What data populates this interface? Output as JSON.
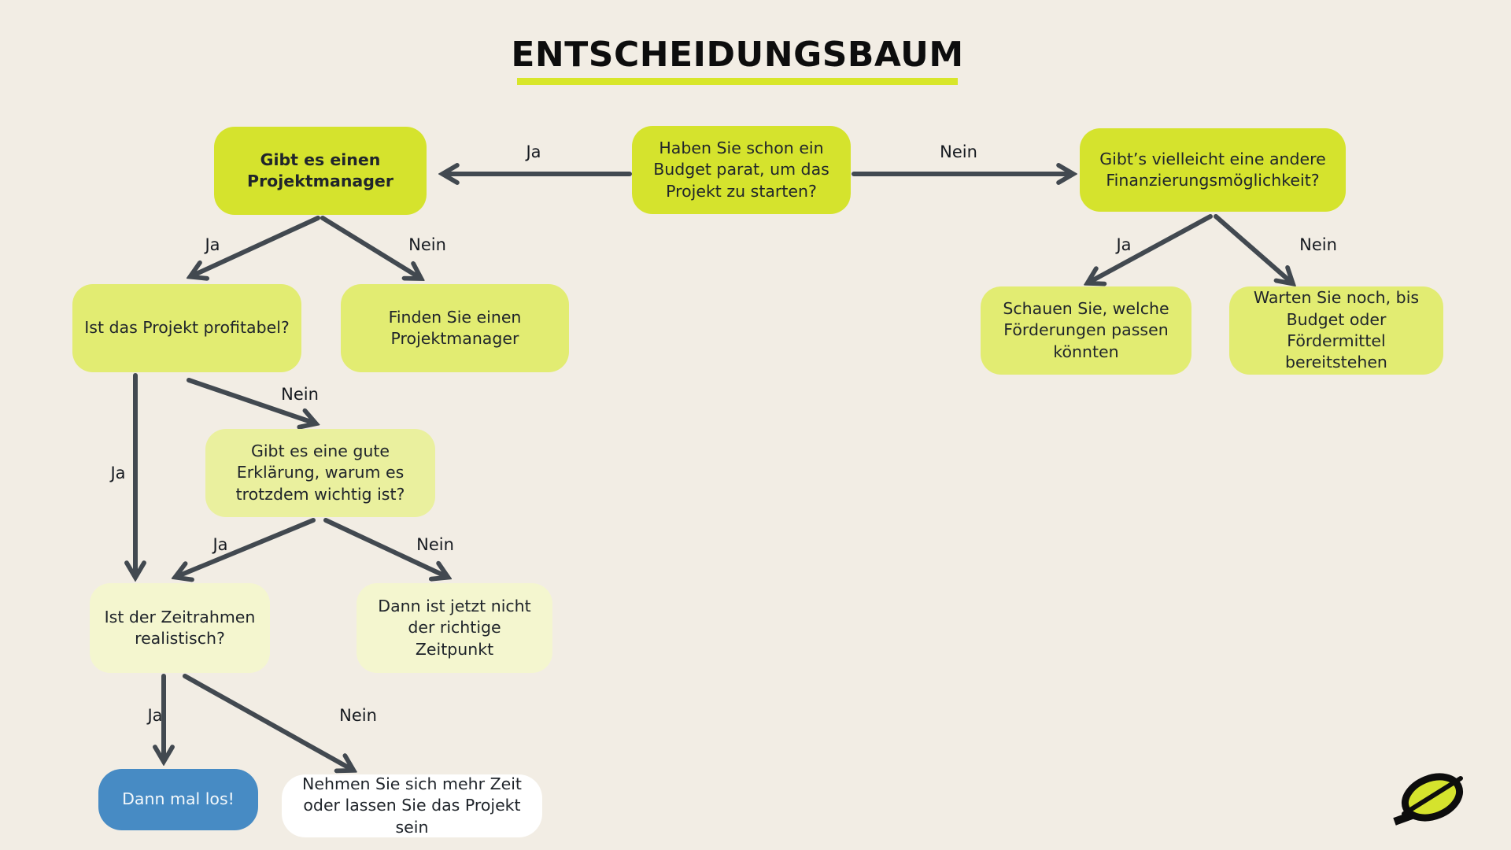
{
  "title": "ENTSCHEIDUNGSBAUM",
  "colors": {
    "background": "#f2ede4",
    "node_bright": "#d5e32d",
    "node_medium": "#e2ec72",
    "node_light": "#eaf09e",
    "node_pale": "#f4f6cf",
    "node_blue": "#478bc4",
    "node_white": "#ffffff",
    "arrow": "#424950",
    "title_underline": "#d8e62a"
  },
  "nodes": [
    {
      "id": "budget",
      "text": "Haben Sie schon ein Budget parat, um das Projekt zu starten?"
    },
    {
      "id": "projektmanager",
      "text": "Gibt es einen Projektmanager"
    },
    {
      "id": "finanzierung",
      "text": "Gibt’s vielleicht eine andere Finanzierungsmöglichkeit?"
    },
    {
      "id": "profitabel",
      "text": "Ist das Projekt profitabel?"
    },
    {
      "id": "finden",
      "text": "Finden Sie einen Projektmanager"
    },
    {
      "id": "schauen",
      "text": "Schauen Sie, welche Förderungen passen könnten"
    },
    {
      "id": "warten",
      "text": "Warten Sie noch, bis Budget oder Fördermittel bereitstehen"
    },
    {
      "id": "erklaerung",
      "text": "Gibt es eine gute Erklärung, warum es trotzdem wichtig ist?"
    },
    {
      "id": "zeitrahmen",
      "text": "Ist der Zeitrahmen realistisch?"
    },
    {
      "id": "zeitpunkt",
      "text": "Dann ist jetzt nicht der richtige Zeitpunkt"
    },
    {
      "id": "los",
      "text": "Dann mal los!"
    },
    {
      "id": "mehrzeit",
      "text": "Nehmen Sie sich mehr Zeit oder lassen Sie das Projekt sein"
    }
  ],
  "edge_labels": [
    {
      "id": "budget-ja",
      "text": "Ja"
    },
    {
      "id": "budget-nein",
      "text": "Nein"
    },
    {
      "id": "pm-ja",
      "text": "Ja"
    },
    {
      "id": "pm-nein",
      "text": "Nein"
    },
    {
      "id": "finanzierung-ja",
      "text": "Ja"
    },
    {
      "id": "finanzierung-nein",
      "text": "Nein"
    },
    {
      "id": "profitabel-nein",
      "text": "Nein"
    },
    {
      "id": "profitabel-ja",
      "text": "Ja"
    },
    {
      "id": "erklaerung-ja",
      "text": "Ja"
    },
    {
      "id": "erklaerung-nein",
      "text": "Nein"
    },
    {
      "id": "zeitrahmen-ja",
      "text": "Ja"
    },
    {
      "id": "zeitrahmen-nein",
      "text": "Nein"
    }
  ],
  "logo": {
    "name": "leaf-logo"
  }
}
